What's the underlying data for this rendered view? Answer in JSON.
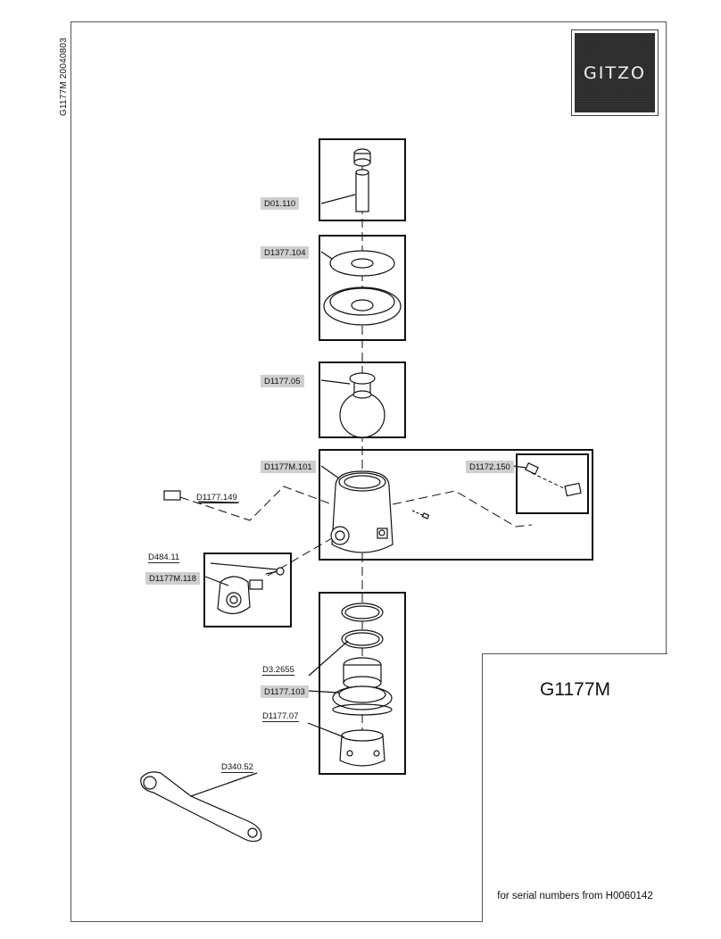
{
  "header": {
    "doc_code": "G1177M 20040803",
    "brand": "GITZO"
  },
  "parts": {
    "d01_110": "D01.110",
    "d1377_104": "D1377.104",
    "d1177_05": "D1177.05",
    "d1177m_101": "D1177M.101",
    "d1172_150": "D1172.150",
    "d1177_149": "D1177.149",
    "d484_11": "D484.11",
    "d1177m_118": "D1177M.118",
    "d3_2655": "D3.2655",
    "d1177_103": "D1177.103",
    "d1177_07": "D1177.07",
    "d340_52": "D340.52"
  },
  "info": {
    "model": "G1177M",
    "serial_note": "for serial numbers from H0060142",
    "badge": "GITZO"
  }
}
